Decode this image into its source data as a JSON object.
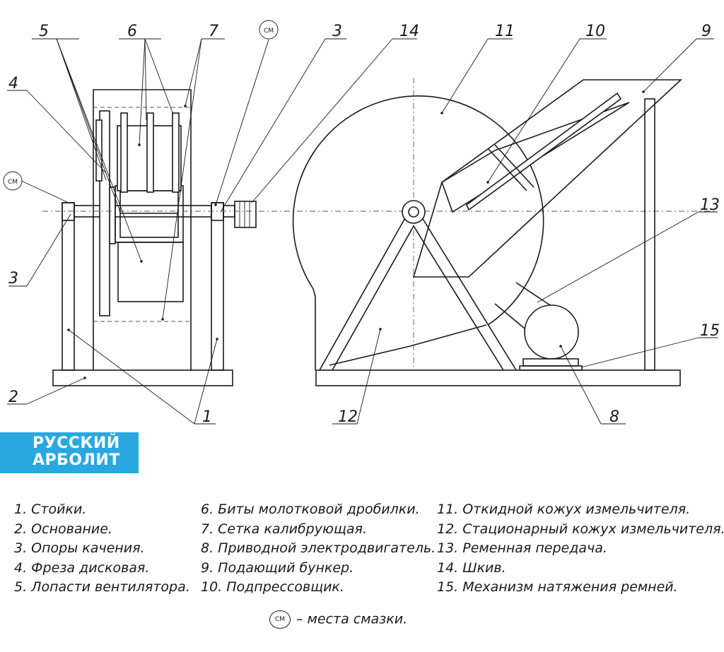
{
  "diagram": {
    "callout_numbers": [
      "1",
      "2",
      "3",
      "3",
      "4",
      "5",
      "6",
      "7",
      "8",
      "9",
      "10",
      "11",
      "12",
      "13",
      "14",
      "15"
    ],
    "lube_mark": "СМ"
  },
  "logo": {
    "line1": "РУССКИЙ",
    "line2": "АРБОЛИТ"
  },
  "legend": {
    "items": [
      "1. Стойки.",
      "2. Основание.",
      "3. Опоры качения.",
      "4. Фреза дисковая.",
      "5. Лопасти вентилятора.",
      "6. Биты молотковой дробилки.",
      "7. Сетка калибрующая.",
      "8. Приводной электродвигатель.",
      "9. Подающий бункер.",
      "10. Подпрессовщик.",
      "11. Откидной кожух измельчителя.",
      "12. Стационарный кожух измельчителя.",
      "13. Ременная передача.",
      "14. Шкив.",
      "15. Механизм натяжения ремней."
    ],
    "lube_text": "– места смазки."
  }
}
